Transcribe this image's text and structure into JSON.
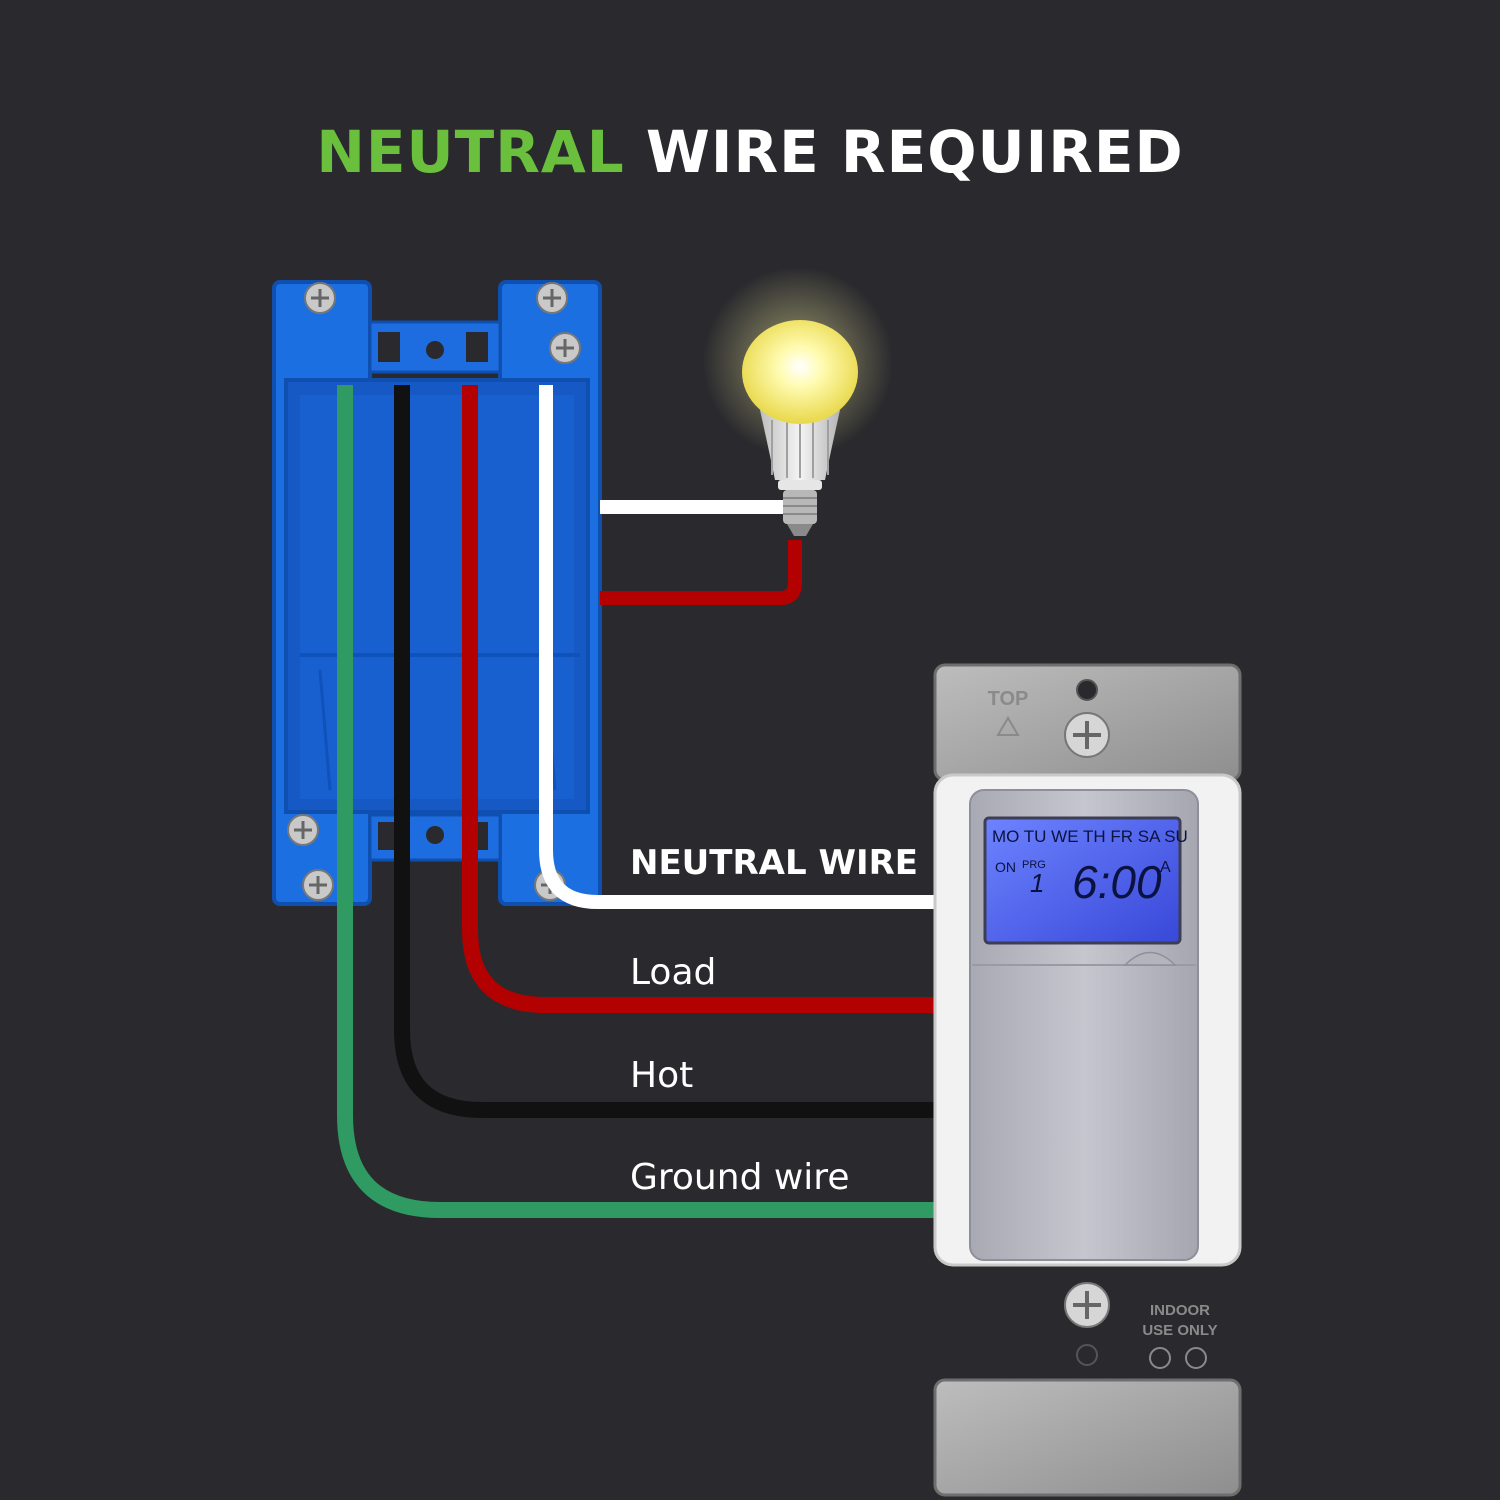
{
  "title": {
    "highlight": "NEUTRAL",
    "rest": "WIRE REQUIRED"
  },
  "labels": {
    "neutral": "NEUTRAL WIRE",
    "load": "Load",
    "hot": "Hot",
    "ground": "Ground wire"
  },
  "lcd": {
    "days": "MO TU WE TH FR SA SU",
    "on": "ON",
    "prg": "PRG",
    "program_number": "1",
    "time": "6:00",
    "ampm": "A"
  },
  "plate": {
    "top": "TOP",
    "indoor": "INDOOR",
    "use_only": "USE ONLY"
  },
  "colors": {
    "background": "#2a2a2e",
    "accent_green": "#6abf3c",
    "box_blue": "#1c6fe0",
    "ground_wire": "#2f9a62",
    "hot_wire": "#111111",
    "load_wire": "#b30000",
    "neutral_wire": "#ffffff",
    "lcd_backlight": "#4b62f0"
  },
  "icons": [
    "light-bulb-icon",
    "electrical-box-icon",
    "timer-switch-icon",
    "screw-icon"
  ]
}
